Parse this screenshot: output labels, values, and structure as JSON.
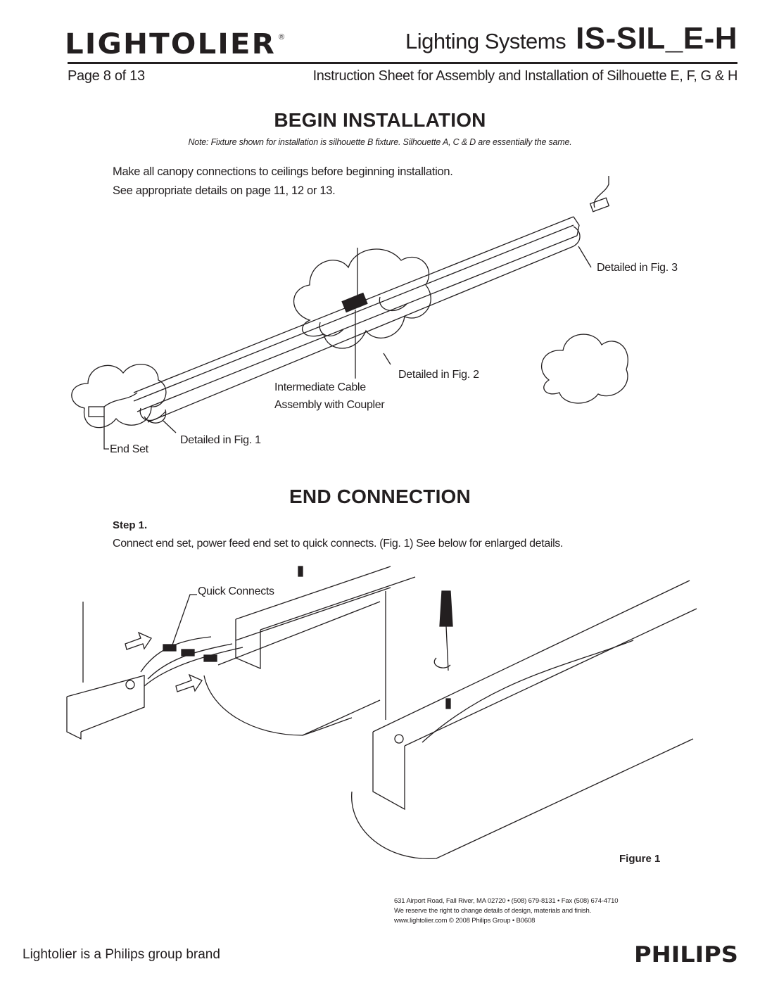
{
  "header": {
    "brand_logo_text": "LIGHTOLIER",
    "registered_mark": "®",
    "system_label": "Lighting Systems",
    "product_code": "IS-SIL_E-H",
    "page_label": "Page 8 of 13",
    "sheet_title": "Instruction Sheet for Assembly and Installation of Silhouette E, F, G & H"
  },
  "begin_installation": {
    "title": "BEGIN INSTALLATION",
    "note": "Note: Fixture shown for installation is silhouette B fixture. Silhouette A, C &  D are essentially the same.",
    "instruction_line_1": "Make all canopy connections to ceilings before beginning installation.",
    "instruction_line_2": "See appropriate details on page 11, 12 or 13.",
    "callouts": {
      "detail_fig3": "Detailed in Fig. 3",
      "detail_fig2": "Detailed in Fig. 2",
      "intermediate_1": "Intermediate Cable",
      "intermediate_2": "Assembly with Coupler",
      "detail_fig1": "Detailed in Fig. 1",
      "end_set": "End Set"
    }
  },
  "end_connection": {
    "title": "END CONNECTION",
    "step_label": "Step 1.",
    "step_text": "Connect end set, power feed end set to quick connects. (Fig. 1) See below for enlarged details.",
    "quick_connects_label": "Quick Connects",
    "figure_label": "Figure 1"
  },
  "footer": {
    "address_line": "631 Airport Road, Fall River, MA 02720 • (508) 679-8131 • Fax (508) 674-4710",
    "disclaimer_line": "We reserve the right to change details of design, materials and finish.",
    "web_line": "www.lightolier.com © 2008 Philips Group • B0608",
    "brand_statement": "Lightolier is a Philips group brand",
    "philips_logo_text": "PHILIPS"
  },
  "colors": {
    "ink": "#231f20",
    "paper": "#ffffff"
  }
}
